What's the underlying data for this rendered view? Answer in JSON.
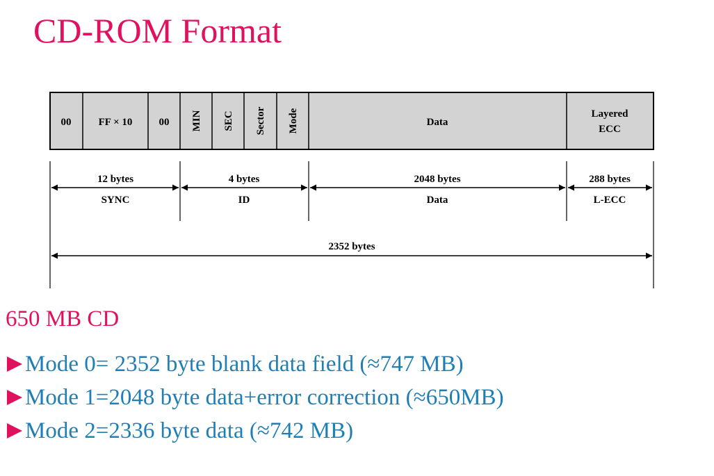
{
  "title": "CD-ROM Format",
  "sector_fields": [
    {
      "label": "00",
      "vertical": false
    },
    {
      "label": "FF × 10",
      "vertical": false
    },
    {
      "label": "00",
      "vertical": false
    },
    {
      "label": "MIN",
      "vertical": true
    },
    {
      "label": "SEC",
      "vertical": true
    },
    {
      "label": "Sector",
      "vertical": true
    },
    {
      "label": "Mode",
      "vertical": true
    },
    {
      "label": "Data",
      "vertical": false
    },
    {
      "label": "Layered ECC",
      "vertical": false
    }
  ],
  "field_labels": {
    "sync_size": "12 bytes",
    "sync_name": "SYNC",
    "id_size": "4 bytes",
    "id_name": "ID",
    "data_size": "2048 bytes",
    "data_name": "Data",
    "ecc_size": "288 bytes",
    "ecc_name": "L-ECC",
    "total_size": "2352 bytes"
  },
  "subheading": "650 MB CD",
  "bullets": [
    "Mode 0= 2352 byte blank data field (≈747 MB)",
    "Mode 1=2048 byte data+error correction (≈650MB)",
    "Mode 2=2336 byte data (≈742 MB)"
  ],
  "colors": {
    "title": "#e0115f",
    "bullet_text": "#1f7fb5",
    "bullet_marker": "#e0115f",
    "box_fill": "#d3d3d3"
  }
}
